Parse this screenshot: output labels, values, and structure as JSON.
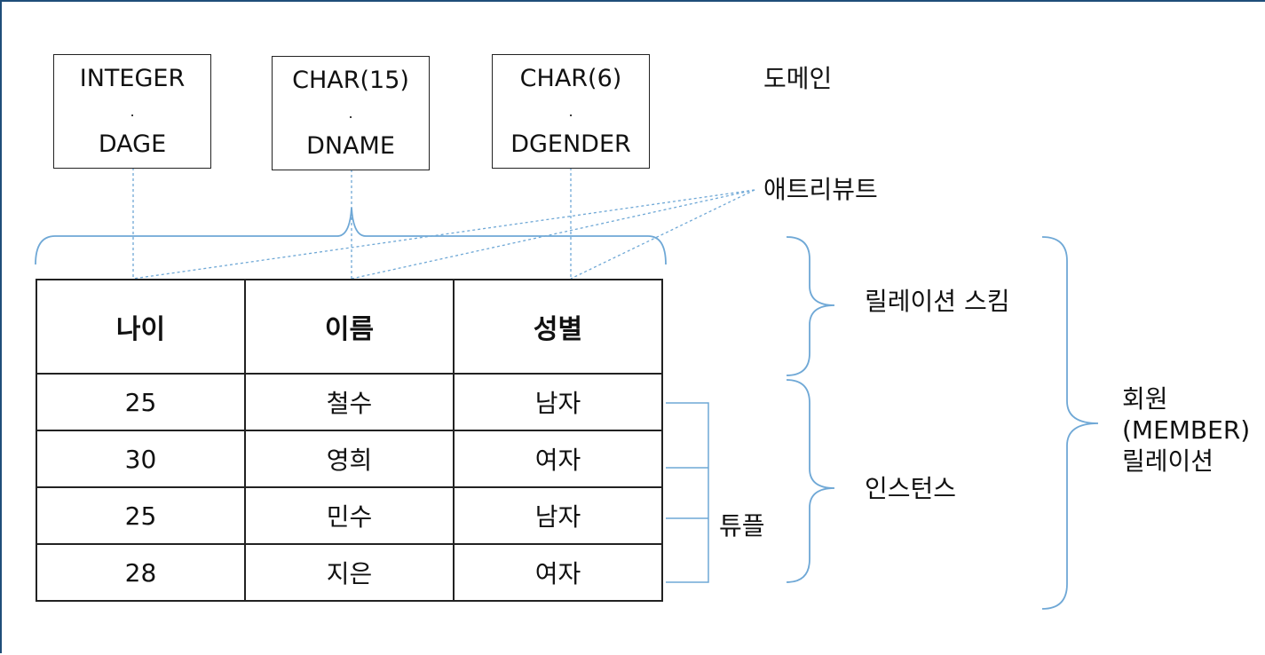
{
  "domains": [
    {
      "type": "INTEGER",
      "separator": ".",
      "name": "DAGE"
    },
    {
      "type": "CHAR(15)",
      "separator": ".",
      "name": "DNAME"
    },
    {
      "type": "CHAR(6)",
      "separator": ".",
      "name": "DGENDER"
    }
  ],
  "labels": {
    "domain": "도메인",
    "attribute": "애트리뷰트",
    "schema": "릴레이션 스킴",
    "instance": "인스턴스",
    "tuple": "튜플",
    "relation_line1": "회원",
    "relation_line2": "(MEMBER)",
    "relation_line3": "릴레이션"
  },
  "table": {
    "headers": [
      "나이",
      "이름",
      "성별"
    ],
    "rows": [
      [
        "25",
        "철수",
        "남자"
      ],
      [
        "30",
        "영희",
        "여자"
      ],
      [
        "25",
        "민수",
        "남자"
      ],
      [
        "28",
        "지은",
        "여자"
      ]
    ]
  },
  "colors": {
    "connector": "#6fa8d6",
    "border": "#222222",
    "frame": "#1f4e79"
  }
}
